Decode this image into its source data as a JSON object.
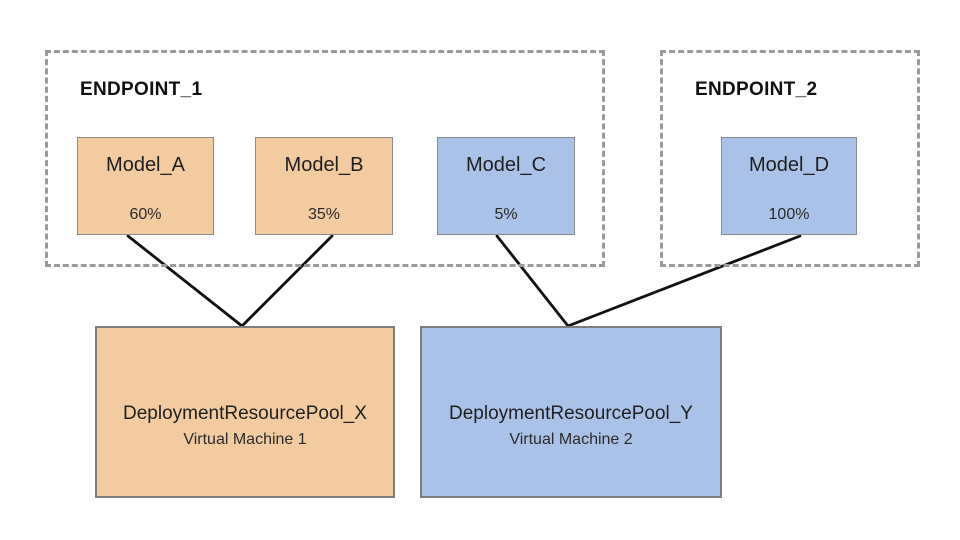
{
  "diagram": {
    "endpoints": [
      {
        "label": "ENDPOINT_1",
        "models": [
          {
            "name": "Model_A",
            "traffic_split": "60%",
            "color": "#f2cba1"
          },
          {
            "name": "Model_B",
            "traffic_split": "35%",
            "color": "#f2cba1"
          },
          {
            "name": "Model_C",
            "traffic_split": "5%",
            "color": "#abc2e8"
          }
        ]
      },
      {
        "label": "ENDPOINT_2",
        "models": [
          {
            "name": "Model_D",
            "traffic_split": "100%",
            "color": "#abc2e8"
          }
        ]
      }
    ],
    "pools": [
      {
        "name": "DeploymentResourcePool_X",
        "machine": "Virtual Machine 1",
        "color": "#f2cba1"
      },
      {
        "name": "DeploymentResourcePool_Y",
        "machine": "Virtual Machine 2",
        "color": "#abc2e8"
      }
    ],
    "connections": [
      {
        "from": "Model_A",
        "to": "DeploymentResourcePool_X"
      },
      {
        "from": "Model_B",
        "to": "DeploymentResourcePool_X"
      },
      {
        "from": "Model_C",
        "to": "DeploymentResourcePool_Y"
      },
      {
        "from": "Model_D",
        "to": "DeploymentResourcePool_Y"
      }
    ],
    "colors": {
      "orange_fill": "#f2cba1",
      "blue_fill": "#abc2e8",
      "dashed_border": "#9a9a9a",
      "box_border": "#8b8b8b",
      "connector_line": "#111111",
      "text": "#1f1f1f"
    }
  }
}
